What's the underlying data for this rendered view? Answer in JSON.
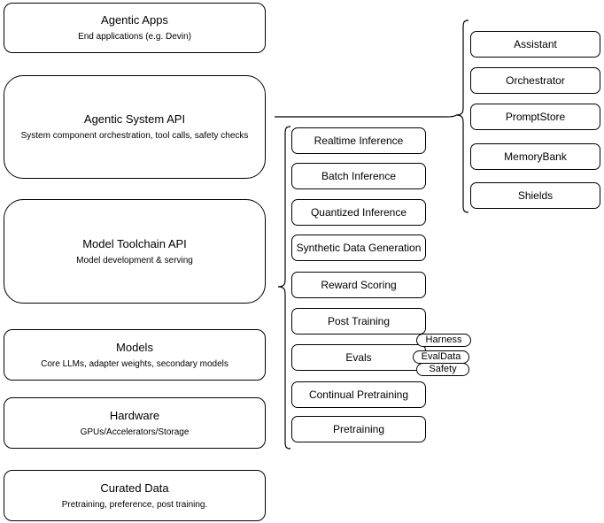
{
  "diagram": {
    "stack": [
      {
        "title": "Agentic Apps",
        "subtitle": "End applications (e.g. Devin)"
      },
      {
        "title": "Agentic System API",
        "subtitle": "System component orchestration, tool calls, safety checks"
      },
      {
        "title": "Model Toolchain API",
        "subtitle": "Model development & serving"
      },
      {
        "title": "Models",
        "subtitle": "Core LLMs, adapter weights, secondary models"
      },
      {
        "title": "Hardware",
        "subtitle": "GPUs/Accelerators/Storage"
      },
      {
        "title": "Curated Data",
        "subtitle": "Pretraining, preference, post training."
      }
    ],
    "toolchain_components": [
      "Realtime Inference",
      "Batch Inference",
      "Quantized Inference",
      "Synthetic Data Generation",
      "Reward Scoring",
      "Post Training",
      "Evals",
      "Continual Pretraining",
      "Pretraining"
    ],
    "eval_tags": [
      "Harness",
      "EvalData",
      "Safety"
    ],
    "system_components": [
      "Assistant",
      "Orchestrator",
      "PromptStore",
      "MemoryBank",
      "Shields"
    ],
    "colors": {
      "stroke": "#000000",
      "fill": "#ffffff"
    }
  }
}
